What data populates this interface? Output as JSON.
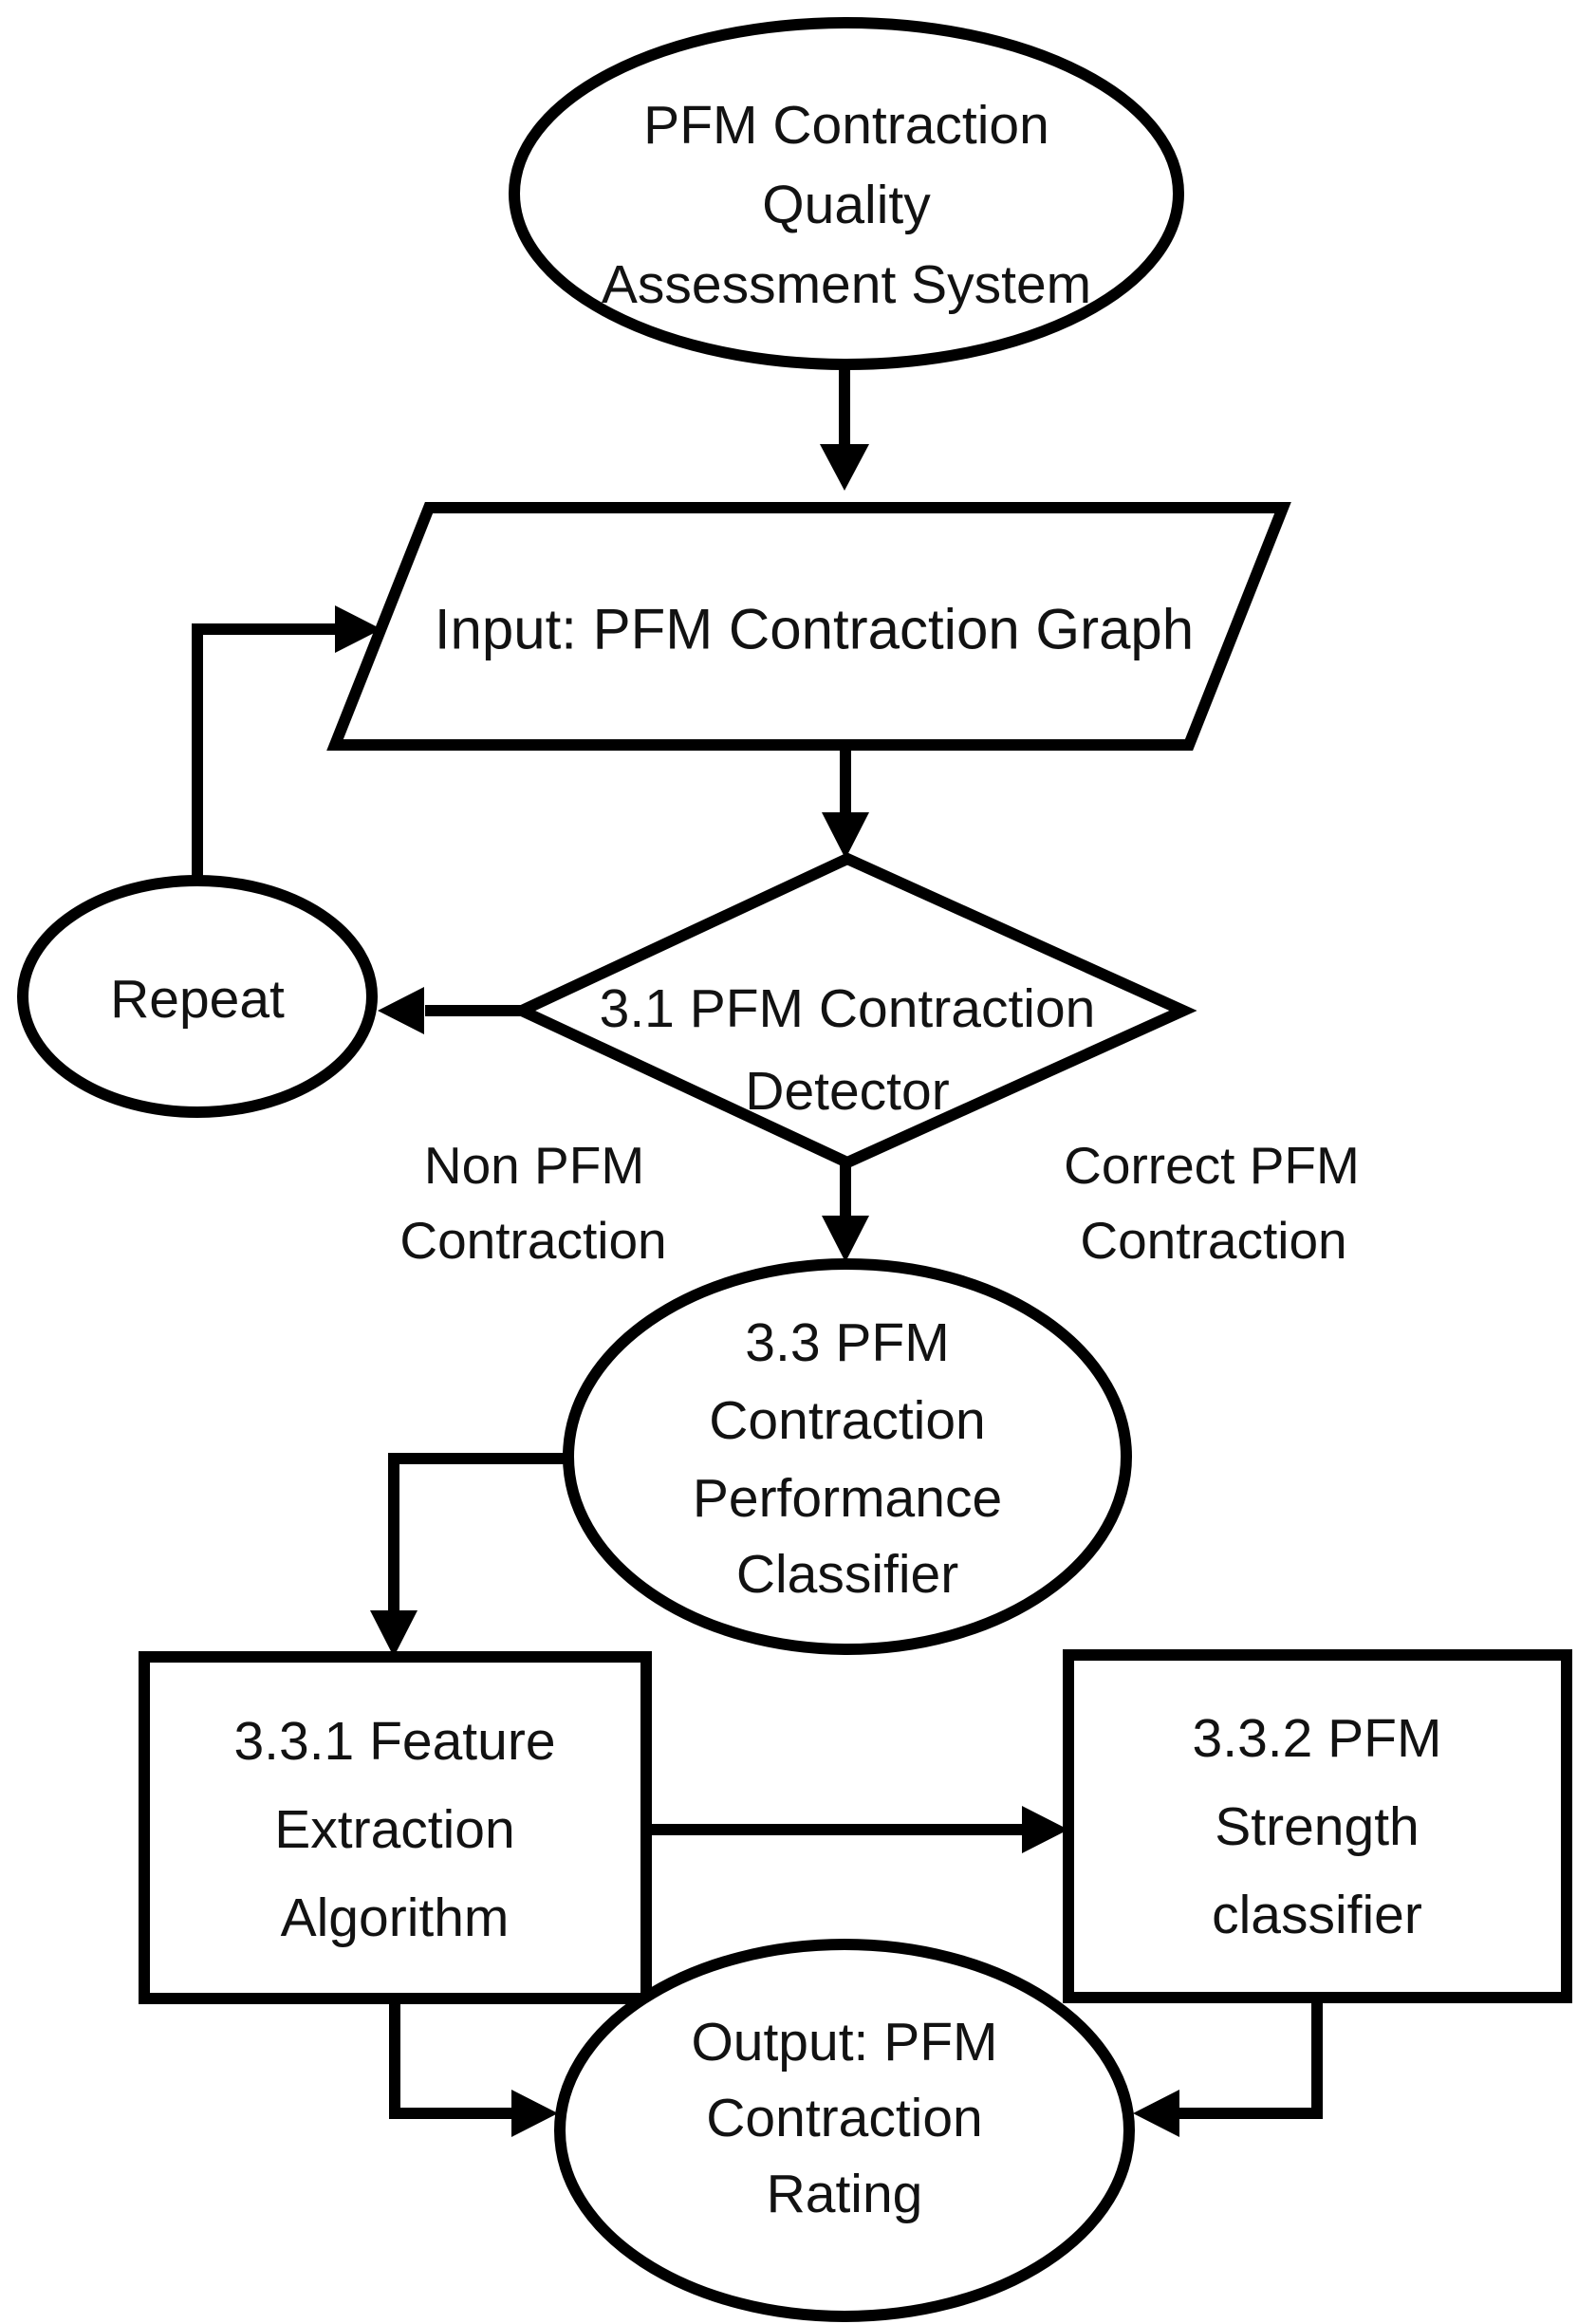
{
  "diagram": {
    "title": "PFM Contraction Quality Assessment System Flowchart",
    "colors": {
      "background": "#ffffff",
      "stroke": "#000000",
      "text": "#121212"
    },
    "nodes": {
      "start": {
        "shape": "ellipse",
        "lines": [
          "PFM Contraction",
          "Quality",
          "Assessment System"
        ]
      },
      "input": {
        "shape": "parallelogram",
        "lines": [
          "Input: PFM Contraction Graph"
        ]
      },
      "detector": {
        "shape": "diamond",
        "lines": [
          "3.1 PFM Contraction",
          "Detector"
        ]
      },
      "repeat": {
        "shape": "ellipse",
        "lines": [
          "Repeat"
        ]
      },
      "classifier": {
        "shape": "ellipse",
        "lines": [
          "3.3 PFM",
          "Contraction",
          "Performance",
          "Classifier"
        ]
      },
      "feature": {
        "shape": "rectangle",
        "lines": [
          "3.3.1 Feature",
          "Extraction",
          "Algorithm"
        ]
      },
      "strength": {
        "shape": "rectangle",
        "lines": [
          "3.3.2 PFM",
          "Strength",
          "classifier"
        ]
      },
      "output": {
        "shape": "ellipse",
        "lines": [
          "Output: PFM",
          "Contraction",
          "Rating"
        ]
      }
    },
    "edge_labels": {
      "non_pfm": {
        "lines": [
          "Non PFM",
          "Contraction"
        ]
      },
      "correct_pfm": {
        "lines": [
          "Correct PFM",
          "Contraction"
        ]
      }
    }
  }
}
